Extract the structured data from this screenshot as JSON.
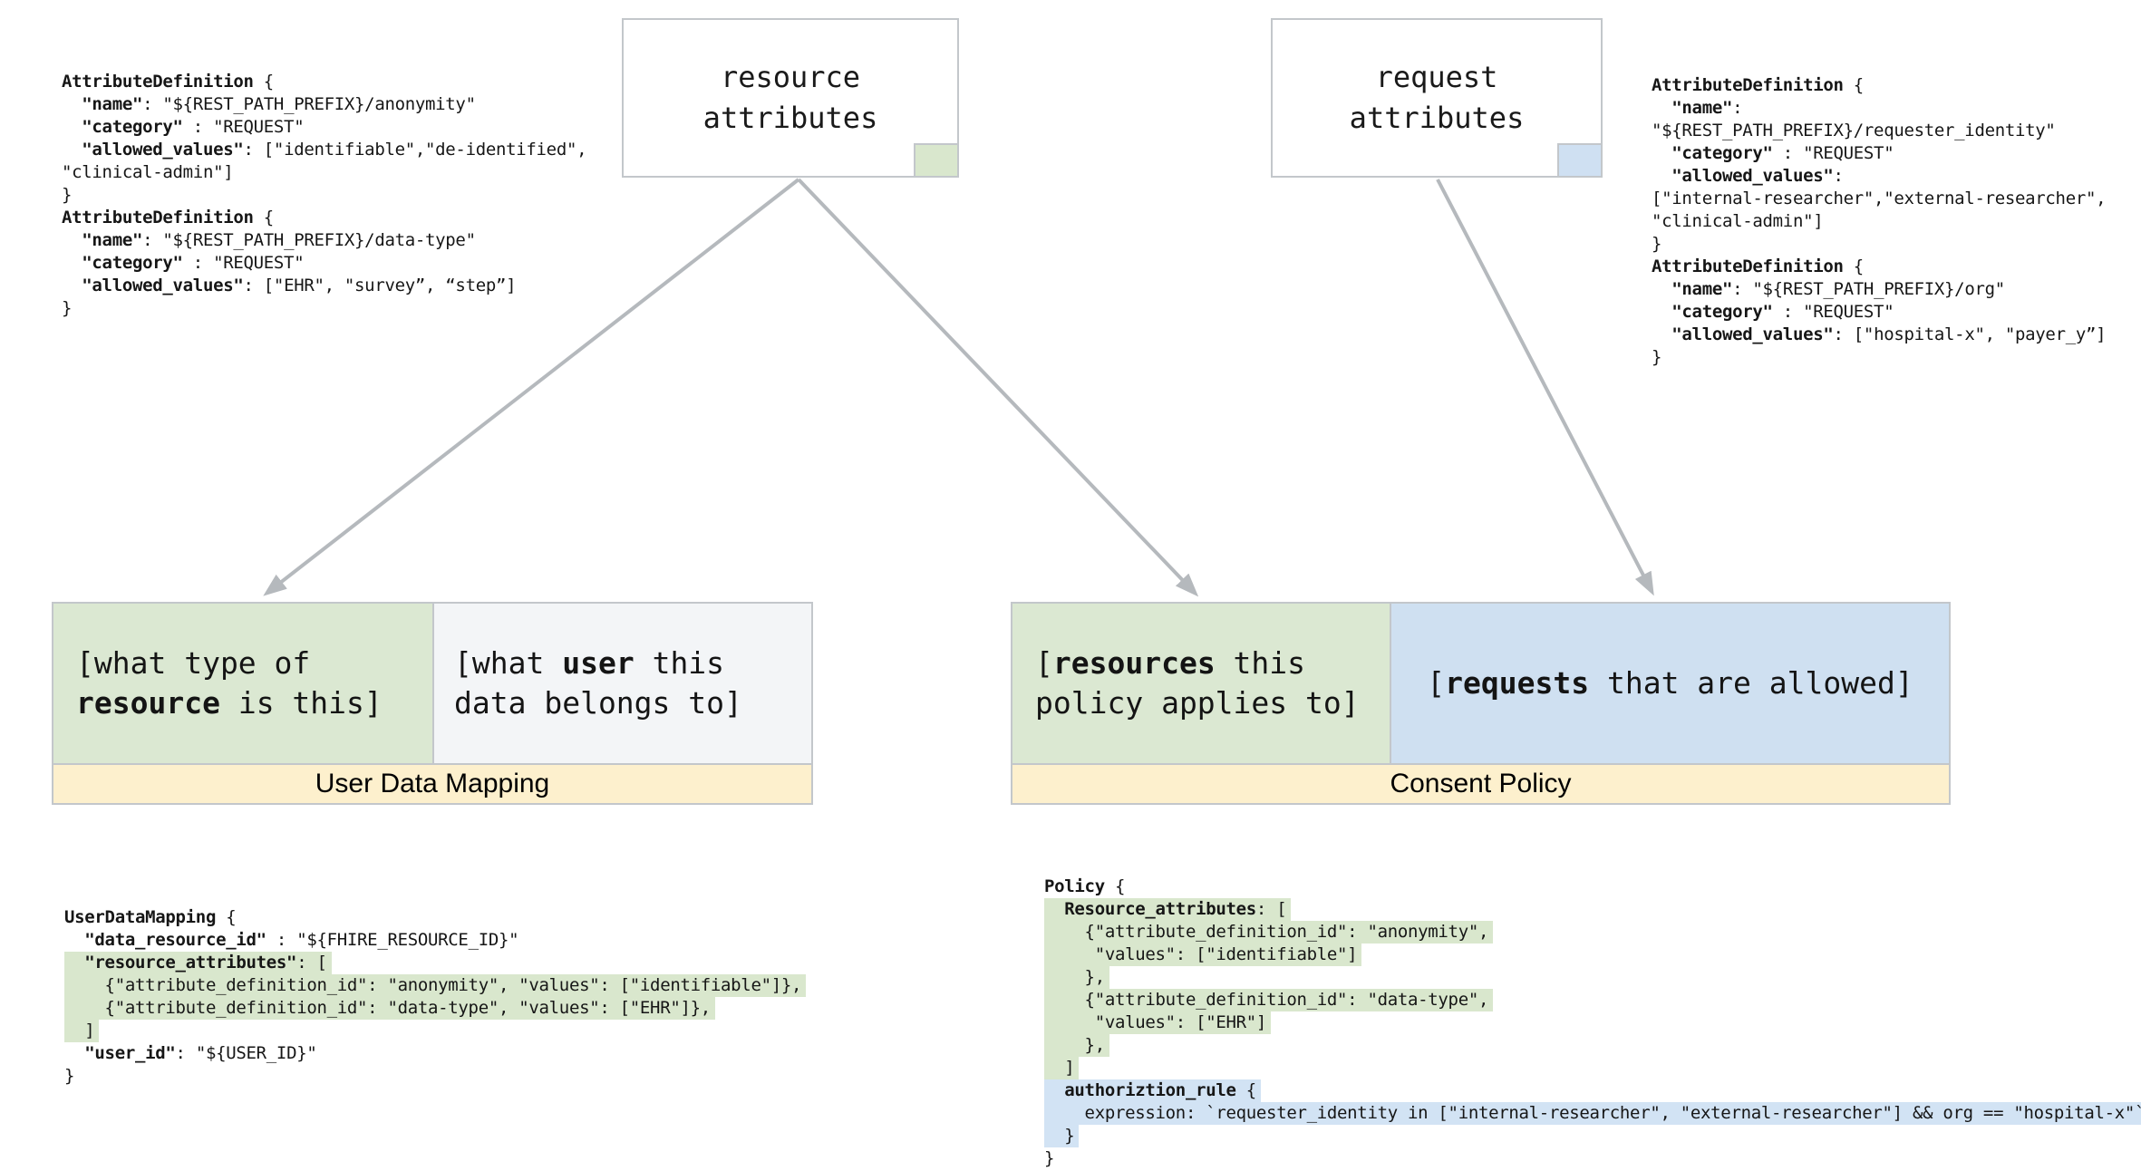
{
  "colors": {
    "green_fill": "#dbe8d2",
    "blue_fill": "#cfe0f1",
    "gray_fill": "#f3f5f7",
    "cream_fill": "#fdf0cd",
    "highlight_green": "#d9e7cd",
    "highlight_blue": "#d2e3f4",
    "border_gray": "#c3c7cb",
    "arrow_gray": "#b5b9bd"
  },
  "top_boxes": {
    "resource": {
      "title": "resource\nattributes",
      "chip_color": "green"
    },
    "request": {
      "title": "request\nattributes",
      "chip_color": "blue"
    }
  },
  "mapping_box": {
    "label": "User Data Mapping",
    "resource_cell": {
      "seg": [
        [
          "[what type of\n",
          0
        ],
        [
          "resource",
          1
        ],
        [
          " is this]",
          0
        ]
      ]
    },
    "user_cell": {
      "seg": [
        [
          "[what ",
          0
        ],
        [
          "user",
          1
        ],
        [
          " this\ndata belongs to]",
          0
        ]
      ]
    }
  },
  "policy_box": {
    "label": "Consent Policy",
    "resources_cell": {
      "seg": [
        [
          "[",
          0
        ],
        [
          "resources",
          1
        ],
        [
          " this\npolicy applies to]",
          0
        ]
      ]
    },
    "requests_cell": {
      "seg": [
        [
          "[",
          0
        ],
        [
          "requests",
          1
        ],
        [
          " that are allowed]",
          0
        ]
      ]
    }
  },
  "code_blocks": {
    "resource_attribute_definitions": {
      "lines": [
        {
          "hl": null,
          "seg": [
            [
              "AttributeDefinition",
              1
            ],
            [
              " {",
              0
            ]
          ]
        },
        {
          "hl": null,
          "seg": [
            [
              "  ",
              0
            ],
            [
              "\"name\"",
              1
            ],
            [
              ": \"${REST_PATH_PREFIX}/anonymity\"",
              0
            ]
          ]
        },
        {
          "hl": null,
          "seg": [
            [
              "  ",
              0
            ],
            [
              "\"category\"",
              1
            ],
            [
              " : \"REQUEST\"",
              0
            ]
          ]
        },
        {
          "hl": null,
          "seg": [
            [
              "  ",
              0
            ],
            [
              "\"allowed_values\"",
              1
            ],
            [
              ": [\"identifiable\",\"de-identified\",",
              0
            ]
          ]
        },
        {
          "hl": null,
          "seg": [
            [
              "\"clinical-admin\"]",
              0
            ]
          ]
        },
        {
          "hl": null,
          "seg": [
            [
              "}",
              0
            ]
          ]
        },
        {
          "hl": null,
          "seg": [
            [
              "AttributeDefinition",
              1
            ],
            [
              " {",
              0
            ]
          ]
        },
        {
          "hl": null,
          "seg": [
            [
              "  ",
              0
            ],
            [
              "\"name\"",
              1
            ],
            [
              ": \"${REST_PATH_PREFIX}/data-type\"",
              0
            ]
          ]
        },
        {
          "hl": null,
          "seg": [
            [
              "  ",
              0
            ],
            [
              "\"category\"",
              1
            ],
            [
              " : \"REQUEST\"",
              0
            ]
          ]
        },
        {
          "hl": null,
          "seg": [
            [
              "  ",
              0
            ],
            [
              "\"allowed_values\"",
              1
            ],
            [
              ": [\"EHR\", \"survey”, “step”]",
              0
            ]
          ]
        },
        {
          "hl": null,
          "seg": [
            [
              "}",
              0
            ]
          ]
        }
      ]
    },
    "request_attribute_definitions": {
      "lines": [
        {
          "hl": null,
          "seg": [
            [
              "AttributeDefinition",
              1
            ],
            [
              " {",
              0
            ]
          ]
        },
        {
          "hl": null,
          "seg": [
            [
              "  ",
              0
            ],
            [
              "\"name\"",
              1
            ],
            [
              ":",
              0
            ]
          ]
        },
        {
          "hl": null,
          "seg": [
            [
              "\"${REST_PATH_PREFIX}/requester_identity\"",
              0
            ]
          ]
        },
        {
          "hl": null,
          "seg": [
            [
              "  ",
              0
            ],
            [
              "\"category\"",
              1
            ],
            [
              " : \"REQUEST\"",
              0
            ]
          ]
        },
        {
          "hl": null,
          "seg": [
            [
              "  ",
              0
            ],
            [
              "\"allowed_values\"",
              1
            ],
            [
              ":",
              0
            ]
          ]
        },
        {
          "hl": null,
          "seg": [
            [
              "[\"internal-researcher\",\"external-researcher\",",
              0
            ]
          ]
        },
        {
          "hl": null,
          "seg": [
            [
              "\"clinical-admin\"]",
              0
            ]
          ]
        },
        {
          "hl": null,
          "seg": [
            [
              "}",
              0
            ]
          ]
        },
        {
          "hl": null,
          "seg": [
            [
              "AttributeDefinition",
              1
            ],
            [
              " {",
              0
            ]
          ]
        },
        {
          "hl": null,
          "seg": [
            [
              "  ",
              0
            ],
            [
              "\"name\"",
              1
            ],
            [
              ": \"${REST_PATH_PREFIX}/org\"",
              0
            ]
          ]
        },
        {
          "hl": null,
          "seg": [
            [
              "  ",
              0
            ],
            [
              "\"category\"",
              1
            ],
            [
              " : \"REQUEST\"",
              0
            ]
          ]
        },
        {
          "hl": null,
          "seg": [
            [
              "  ",
              0
            ],
            [
              "\"allowed_values\"",
              1
            ],
            [
              ": [\"hospital-x\", \"payer_y”]",
              0
            ]
          ]
        },
        {
          "hl": null,
          "seg": [
            [
              "}",
              0
            ]
          ]
        }
      ]
    },
    "user_data_mapping": {
      "lines": [
        {
          "hl": null,
          "seg": [
            [
              "UserDataMapping",
              1
            ],
            [
              " {",
              0
            ]
          ]
        },
        {
          "hl": null,
          "seg": [
            [
              "  ",
              0
            ],
            [
              "\"data_resource_id\"",
              1
            ],
            [
              " : \"${FHIRE_RESOURCE_ID}\"",
              0
            ]
          ]
        },
        {
          "hl": "green",
          "seg": [
            [
              "  ",
              0
            ],
            [
              "\"resource_attributes\"",
              1
            ],
            [
              ": [",
              0
            ]
          ]
        },
        {
          "hl": "green",
          "seg": [
            [
              "    {\"attribute_definition_id\": \"anonymity\", \"values\": [\"identifiable\"]},",
              0
            ]
          ]
        },
        {
          "hl": "green",
          "seg": [
            [
              "    {\"attribute_definition_id\": \"data-type\", \"values\": [\"EHR\"]},",
              0
            ]
          ]
        },
        {
          "hl": "green",
          "seg": [
            [
              "  ]",
              0
            ]
          ]
        },
        {
          "hl": null,
          "seg": [
            [
              "  ",
              0
            ],
            [
              "\"user_id\"",
              1
            ],
            [
              ": \"${USER_ID}\"",
              0
            ]
          ]
        },
        {
          "hl": null,
          "seg": [
            [
              "}",
              0
            ]
          ]
        }
      ]
    },
    "policy": {
      "lines": [
        {
          "hl": null,
          "seg": [
            [
              "Policy",
              1
            ],
            [
              " {",
              0
            ]
          ]
        },
        {
          "hl": "green",
          "seg": [
            [
              "  ",
              0
            ],
            [
              "Resource_attributes",
              1
            ],
            [
              ": [",
              0
            ]
          ]
        },
        {
          "hl": "green",
          "seg": [
            [
              "    {\"attribute_definition_id\": \"anonymity\",",
              0
            ]
          ]
        },
        {
          "hl": "green",
          "seg": [
            [
              "     \"values\": [\"identifiable\"]",
              0
            ]
          ]
        },
        {
          "hl": "green",
          "seg": [
            [
              "    },",
              0
            ]
          ]
        },
        {
          "hl": "green",
          "seg": [
            [
              "    {\"attribute_definition_id\": \"data-type\",",
              0
            ]
          ]
        },
        {
          "hl": "green",
          "seg": [
            [
              "     \"values\": [\"EHR\"]",
              0
            ]
          ]
        },
        {
          "hl": "green",
          "seg": [
            [
              "    },",
              0
            ]
          ]
        },
        {
          "hl": "green",
          "seg": [
            [
              "  ]",
              0
            ]
          ]
        },
        {
          "hl": "blue",
          "seg": [
            [
              "  ",
              0
            ],
            [
              "authoriztion_rule",
              1
            ],
            [
              " {",
              0
            ]
          ]
        },
        {
          "hl": "blue",
          "seg": [
            [
              "    expression: `requester_identity in [\"internal-researcher\", \"external-researcher\"] && org == \"hospital-x\"`",
              0
            ]
          ]
        },
        {
          "hl": "blue",
          "seg": [
            [
              "  }",
              0
            ]
          ]
        },
        {
          "hl": null,
          "seg": [
            [
              "}",
              0
            ]
          ]
        }
      ]
    }
  }
}
